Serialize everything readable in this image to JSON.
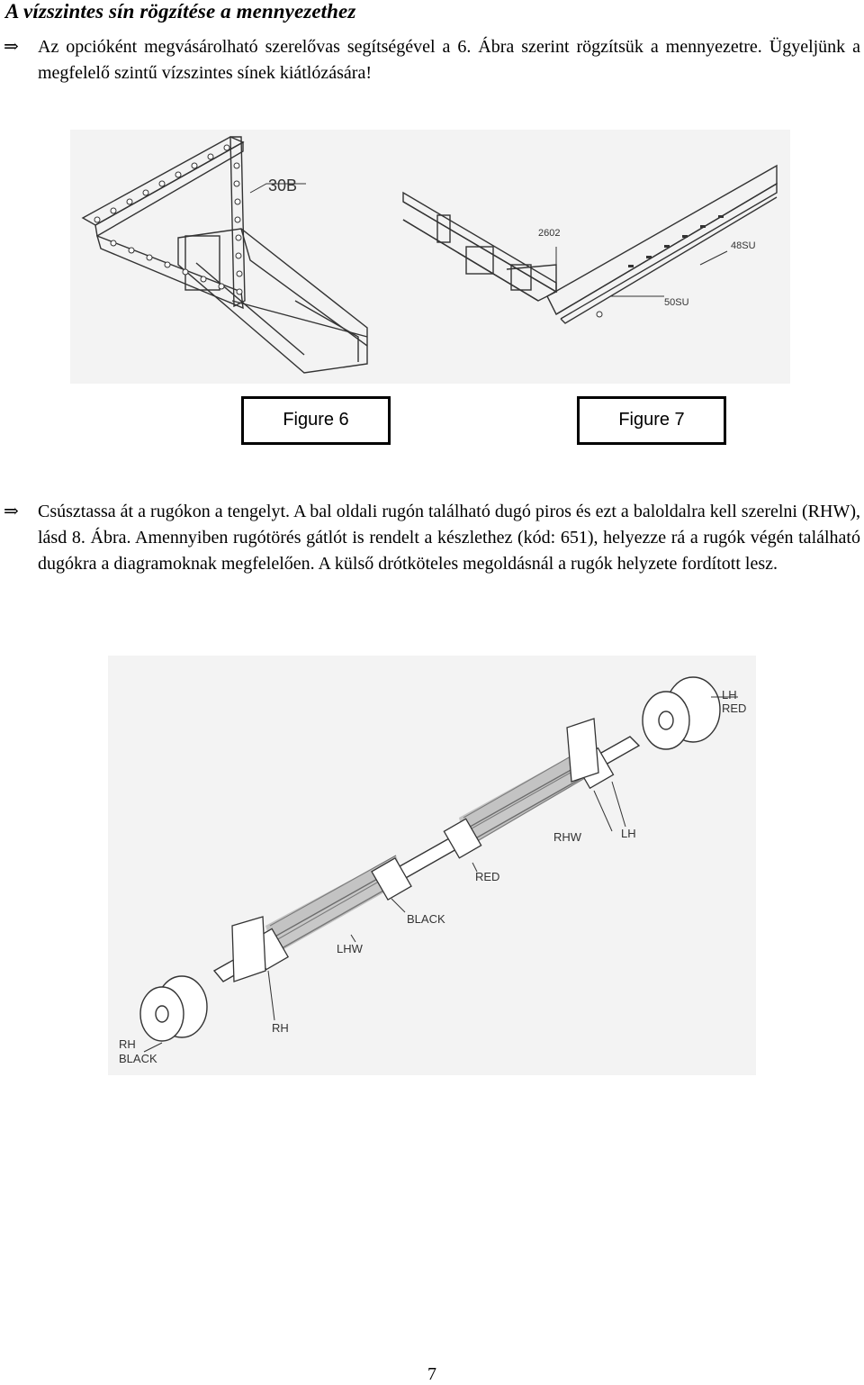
{
  "heading": "A vízszintes sín rögzítése a mennyezethez",
  "paragraph1": {
    "bullet": "⇒",
    "text": "Az opcióként megvásárolható szerelővas segítségével a 6. Ábra szerint rögzítsük a mennyezetre. Ügyeljünk a megfelelő szintű vízszintes sínek kiátlózására!"
  },
  "figure6": {
    "caption": "Figure 6",
    "part_label": "30B"
  },
  "figure7": {
    "caption": "Figure 7",
    "labels": [
      "2602",
      "48SU",
      "50SU"
    ]
  },
  "paragraph2": {
    "bullet": "⇒",
    "text": "Csúsztassa át a rugókon a tengelyt. A bal oldali rugón található dugó piros és ezt a baloldalra kell szerelni (RHW), lásd 8. Ábra. Amennyiben rugótörés gátlót is rendelt a készlethez (kód: 651), helyezze rá a rugók végén található dugókra a diagramoknak megfelelően. A külső drótköteles megoldásnál a rugók helyzete fordított lesz."
  },
  "figure8": {
    "labels": {
      "lh_red_1": "LH",
      "lh_red_2": "RED",
      "rhw": "RHW",
      "lh": "LH",
      "red": "RED",
      "black": "BLACK",
      "lhw": "LHW",
      "rh": "RH",
      "rh_black_1": "RH",
      "rh_black_2": "BLACK"
    }
  },
  "page_number": "7"
}
